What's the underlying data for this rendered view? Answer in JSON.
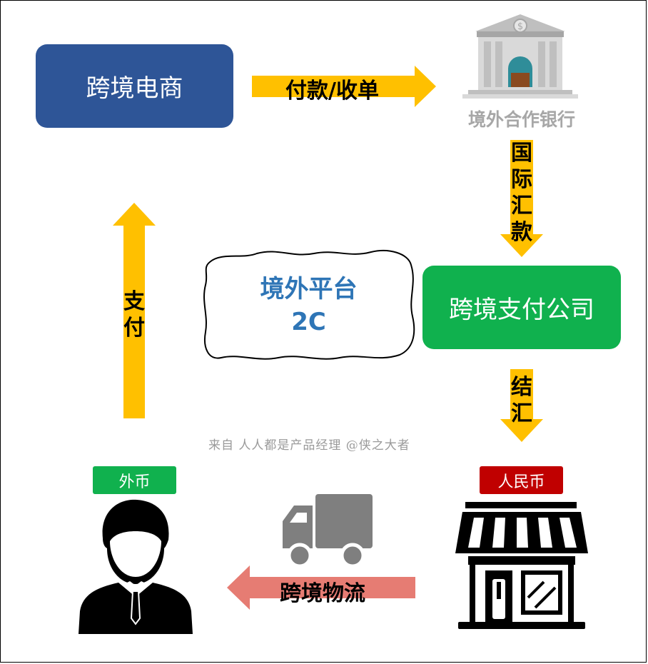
{
  "nodes": {
    "cross_border_ecommerce": "跨境电商",
    "overseas_bank": "境外合作银行",
    "cross_border_payment_company": "跨境支付公司",
    "overseas_platform_line1": "境外平台",
    "overseas_platform_line2": "2C"
  },
  "arrows": {
    "payment_collection": "付款/收单",
    "intl_remittance": [
      "国",
      "际",
      "汇",
      "款"
    ],
    "settlement": [
      "结",
      "汇"
    ],
    "logistics": "跨境物流",
    "pay": [
      "支",
      "付"
    ]
  },
  "tags": {
    "foreign_currency": "外币",
    "rmb": "人民币"
  },
  "watermark": "来自 人人都是产品经理 @侠之大者",
  "colors": {
    "ecom_blue": "#2e5597",
    "pay_green": "#10b14e",
    "arrow_yellow": "#ffc000",
    "logistics_pink": "#e67c73",
    "rmb_red": "#c00000",
    "platform_text_blue": "#2e75b6",
    "bank_gray": "#a7a7a7"
  },
  "icons": [
    "bank-icon",
    "truck-icon",
    "storefront-icon",
    "buyer-person-icon"
  ]
}
